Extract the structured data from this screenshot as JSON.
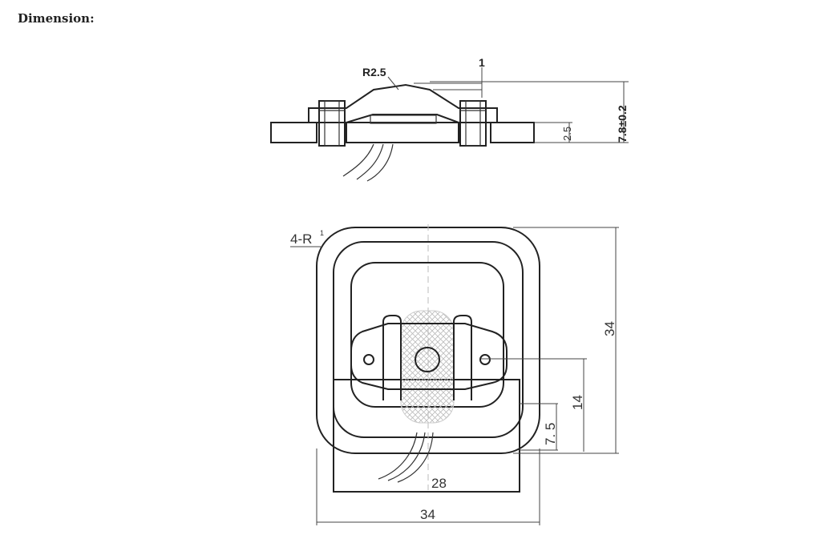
{
  "heading": "Dimension:",
  "side_view": {
    "radius_label": "R2.5",
    "thickness_label": "1",
    "base_height_label": "2.5",
    "total_height_label": "7.8±0.2"
  },
  "top_view": {
    "corner_label": "4-R",
    "corner_label_sup": "1",
    "height_label": "34",
    "inner_height_label": "14",
    "pad_height_label": "7. 5",
    "inner_width_label": "28",
    "outer_width_label": "34"
  }
}
